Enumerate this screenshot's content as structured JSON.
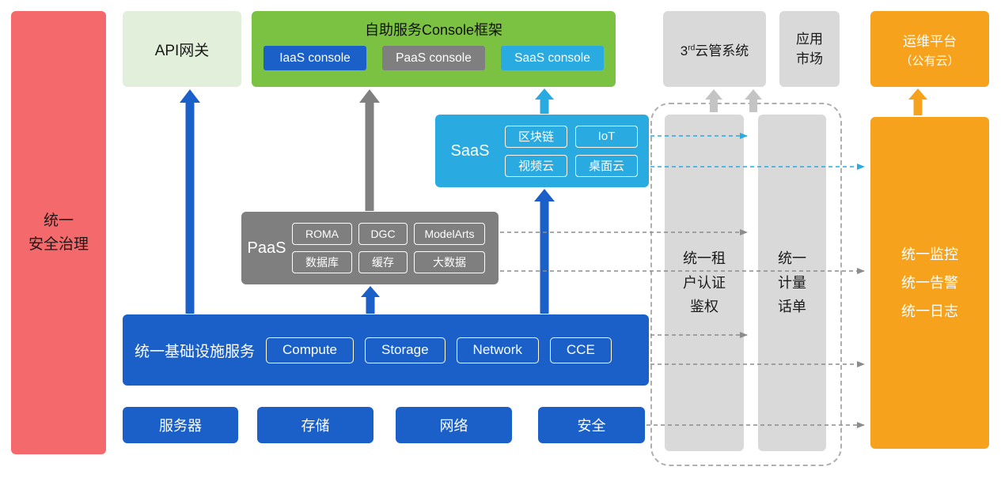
{
  "palette": {
    "red": "#F4696B",
    "light_green": "#E2EFDA",
    "green": "#7CC242",
    "blue": "#1B5FC8",
    "gray": "#7F7F7F",
    "light_gray": "#D9D9D9",
    "cyan": "#29ABE2",
    "orange": "#F7A21C"
  },
  "security_bar": {
    "label": "统一\n安全治理"
  },
  "api_gateway": {
    "label": "API网关"
  },
  "console_frame": {
    "title": "自助服务Console框架",
    "consoles": [
      {
        "label": "IaaS console"
      },
      {
        "label": "PaaS console"
      },
      {
        "label": "SaaS console"
      }
    ]
  },
  "third_party_cloud": {
    "base": "3",
    "sup": "rd",
    "rest": "云管系统"
  },
  "app_market": {
    "label": "应用\n市场"
  },
  "om_platform": {
    "line1": "运维平台",
    "line2": "（公有云）"
  },
  "saas": {
    "label": "SaaS",
    "chips": [
      "区块链",
      "IoT",
      "视频云",
      "桌面云"
    ]
  },
  "paas": {
    "label": "PaaS",
    "chips": [
      "ROMA",
      "DGC",
      "ModelArts",
      "数据库",
      "缓存",
      "大数据"
    ]
  },
  "infrastructure": {
    "label": "统一基础设施服务",
    "chips": [
      "Compute",
      "Storage",
      "Network",
      "CCE"
    ]
  },
  "hardware": {
    "items": [
      "服务器",
      "存储",
      "网络",
      "安全"
    ]
  },
  "auth_bar": {
    "label": "统一租\n户认证\n鉴权"
  },
  "metering_bar": {
    "label": "统一\n计量\n话单"
  },
  "monitoring_bar": {
    "label": "统一监控\n统一告警\n统一日志"
  }
}
